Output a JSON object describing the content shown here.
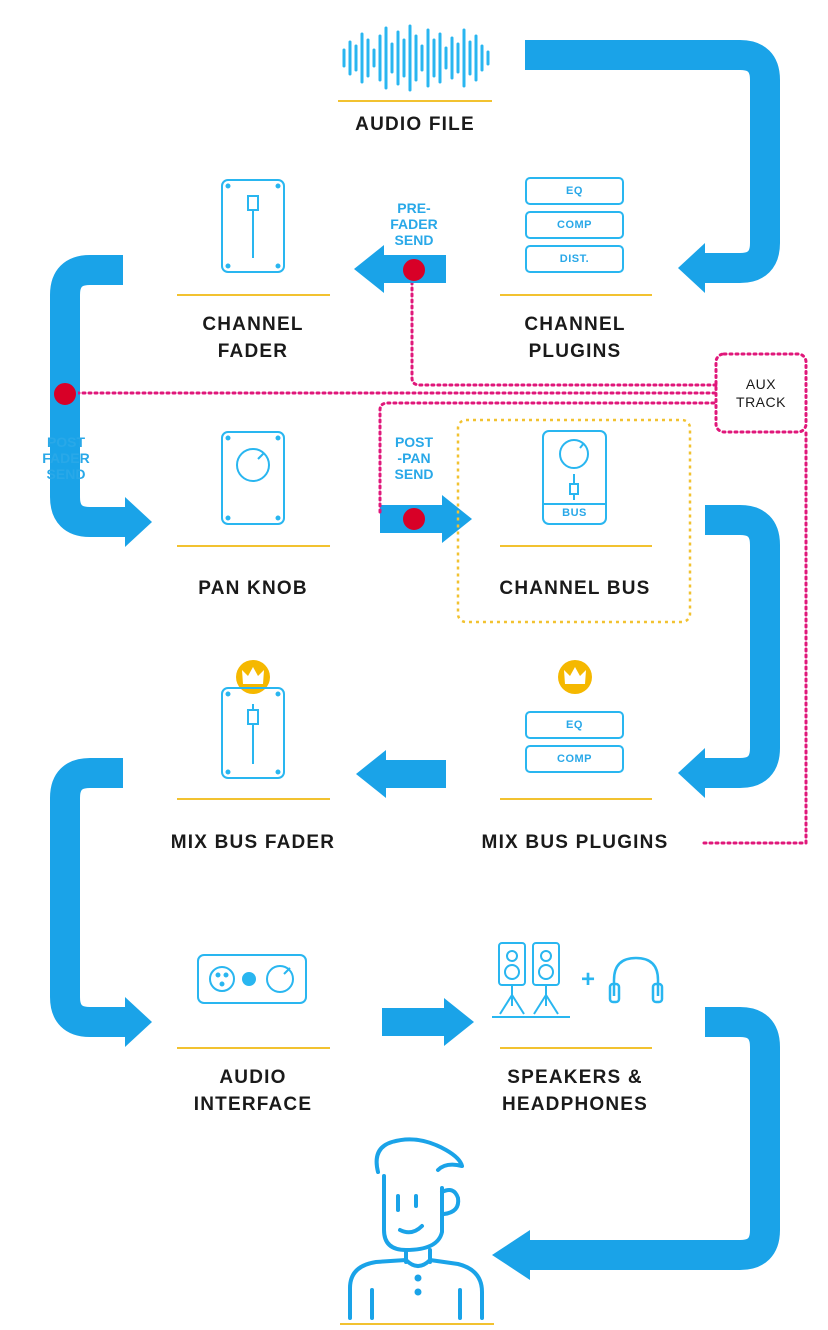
{
  "colors": {
    "accent": "#1aa3e8",
    "line": "#29b6f0",
    "underline": "#f2c230",
    "send_dot": "#d80027",
    "aux_route": "#e0177a",
    "highlight": "#f2c230",
    "crown": "#f5b800"
  },
  "nodes": {
    "audio_file": "AUDIO FILE",
    "channel_fader": "CHANNEL\nFADER",
    "channel_plugins": "CHANNEL\nPLUGINS",
    "pan_knob": "PAN KNOB",
    "channel_bus": "CHANNEL BUS",
    "mix_bus_fader": "MIX BUS FADER",
    "mix_bus_plugins": "MIX BUS PLUGINS",
    "audio_interface": "AUDIO\nINTERFACE",
    "speakers_headphones": "SPEAKERS &\nHEADPHONES"
  },
  "sends": {
    "pre_fader": "PRE-\nFADER\nSEND",
    "post_fader": "POST\nFADER\nSEND",
    "post_pan": "POST\n-PAN\nSEND"
  },
  "aux_track": "AUX\nTRACK",
  "channel_plugins_list": [
    "EQ",
    "COMP",
    "DIST."
  ],
  "mix_bus_plugins_list": [
    "EQ",
    "COMP"
  ],
  "bus_tag": "BUS",
  "plus_sign": "+",
  "icons": [
    "waveform-icon",
    "fader-icon",
    "knob-icon",
    "bus-icon",
    "crown-icon",
    "audio-interface-icon",
    "speakers-icon",
    "headphones-icon",
    "listener-icon"
  ]
}
